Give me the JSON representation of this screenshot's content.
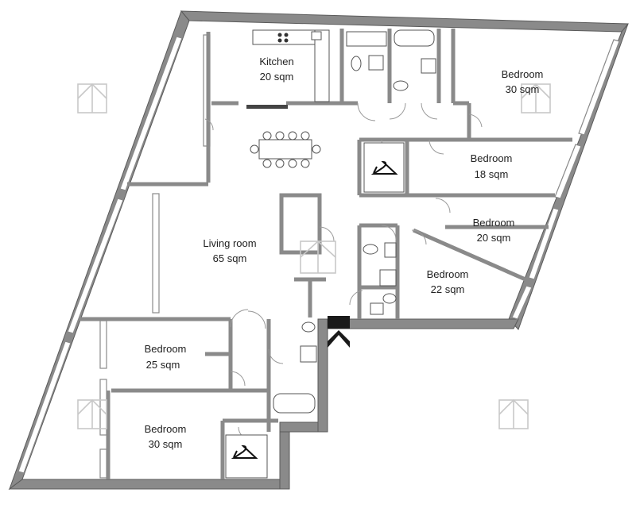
{
  "rooms": [
    {
      "name": "Kitchen",
      "area": "20 sqm"
    },
    {
      "name": "Bedroom",
      "area": "30 sqm"
    },
    {
      "name": "Bedroom",
      "area": "18 sqm"
    },
    {
      "name": "Bedroom",
      "area": "20 sqm"
    },
    {
      "name": "Bedroom",
      "area": "22 sqm"
    },
    {
      "name": "Living room",
      "area": "65 sqm"
    },
    {
      "name": "Bedroom",
      "area": "25 sqm"
    },
    {
      "name": "Bedroom",
      "area": "30 sqm"
    }
  ],
  "colors": {
    "wall": "#8a8a8a",
    "entrance": "#1a1a1a",
    "watermark": "#c8c8c8"
  },
  "icons": [
    "hanger-icon",
    "entrance-arrow-icon",
    "watermark-logo-icon",
    "stove-icon",
    "sink-icon",
    "toilet-icon",
    "bathtub-icon",
    "dining-table-icon"
  ]
}
